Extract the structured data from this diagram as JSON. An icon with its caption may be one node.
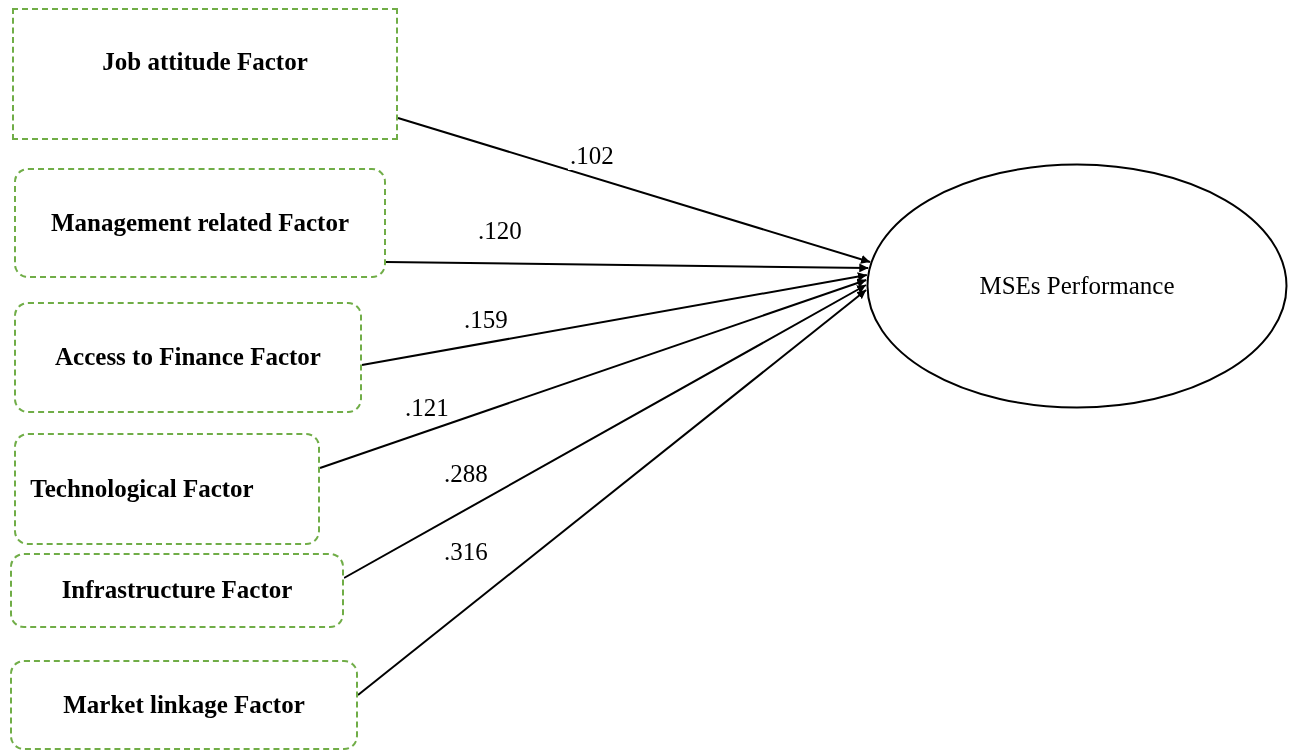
{
  "diagram": {
    "nodes": [
      {
        "text": [
          "Job attitude Factor"
        ]
      },
      {
        "text": [
          "Management related Factor"
        ]
      },
      {
        "text": [
          "Access to Finance Factor"
        ]
      },
      {
        "text": [
          "Technological Factor"
        ]
      },
      {
        "text": [
          "Infrastructure Factor"
        ]
      },
      {
        "text": [
          "Market linkage Factor"
        ]
      },
      {
        "text": [
          "MSEs Performance"
        ]
      }
    ],
    "edges": [
      {
        "from": 0,
        "to": 6,
        "arrow": "to",
        "label": ".102"
      },
      {
        "from": 1,
        "to": 6,
        "arrow": "to",
        "label": ".120"
      },
      {
        "from": 2,
        "to": 6,
        "arrow": "to",
        "label": ".159"
      },
      {
        "from": 3,
        "to": 6,
        "arrow": "to",
        "label": ".121"
      },
      {
        "from": 4,
        "to": 6,
        "arrow": "to",
        "label": ".288"
      },
      {
        "from": 5,
        "to": 6,
        "arrow": "to",
        "label": ".316"
      }
    ]
  }
}
